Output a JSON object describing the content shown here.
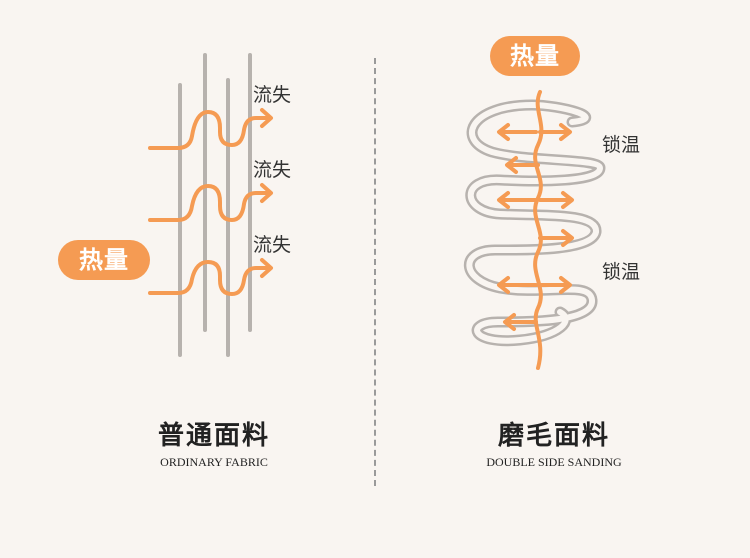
{
  "left": {
    "heat_label": "热量",
    "loss_labels": [
      "流失",
      "流失",
      "流失"
    ],
    "title": "普通面料",
    "subtitle": "ORDINARY FABRIC"
  },
  "right": {
    "heat_label": "热量",
    "lock_labels": [
      "锁温",
      "锁温"
    ],
    "title": "磨毛面料",
    "subtitle": "DOUBLE SIDE SANDING"
  },
  "colors": {
    "accent": "#f59b53",
    "fiber": "#b7b2ae",
    "background": "#f9f5f1"
  },
  "icons": {
    "left_graphic": "straight-fiber-icon",
    "right_graphic": "coil-spring-icon"
  }
}
